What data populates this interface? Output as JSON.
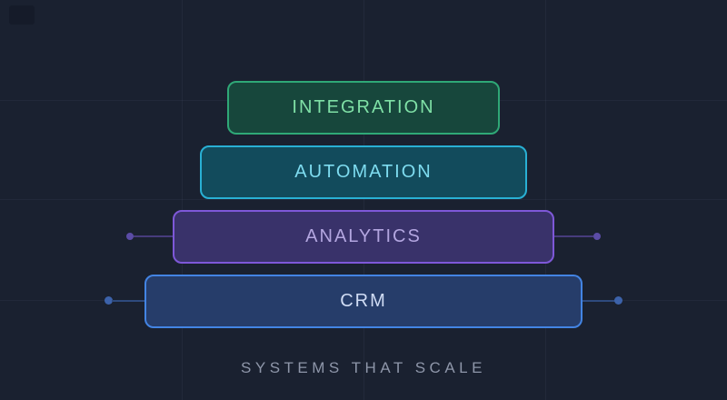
{
  "canvas": {
    "background_color": "#1a2130",
    "grid_line_color": "#2a3550",
    "corner_artifact_color": "#151b29"
  },
  "stack": {
    "layers": [
      {
        "id": "integration",
        "label": "INTEGRATION",
        "border_color": "#2fa877",
        "fill_color": "#17473c",
        "text_color": "#7fe0a6",
        "has_connectors": false
      },
      {
        "id": "automation",
        "label": "AUTOMATION",
        "border_color": "#29b0d4",
        "fill_color": "#124b5c",
        "text_color": "#7edcf0",
        "has_connectors": false
      },
      {
        "id": "analytics",
        "label": "ANALYTICS",
        "border_color": "#7e58d8",
        "fill_color": "#39326a",
        "text_color": "#b3a6e0",
        "has_connectors": true,
        "connector": {
          "line_color": "#473c7d",
          "dot_color": "#5b4ca6"
        }
      },
      {
        "id": "crm",
        "label": "CRM",
        "border_color": "#4384e3",
        "fill_color": "#263d6a",
        "text_color": "#d0dcf4",
        "has_connectors": true,
        "connector": {
          "line_color": "#2e4a7d",
          "dot_color": "#3c62aa"
        }
      }
    ]
  },
  "footer": {
    "caption": "SYSTEMS THAT SCALE",
    "color": "#8e96a9"
  }
}
